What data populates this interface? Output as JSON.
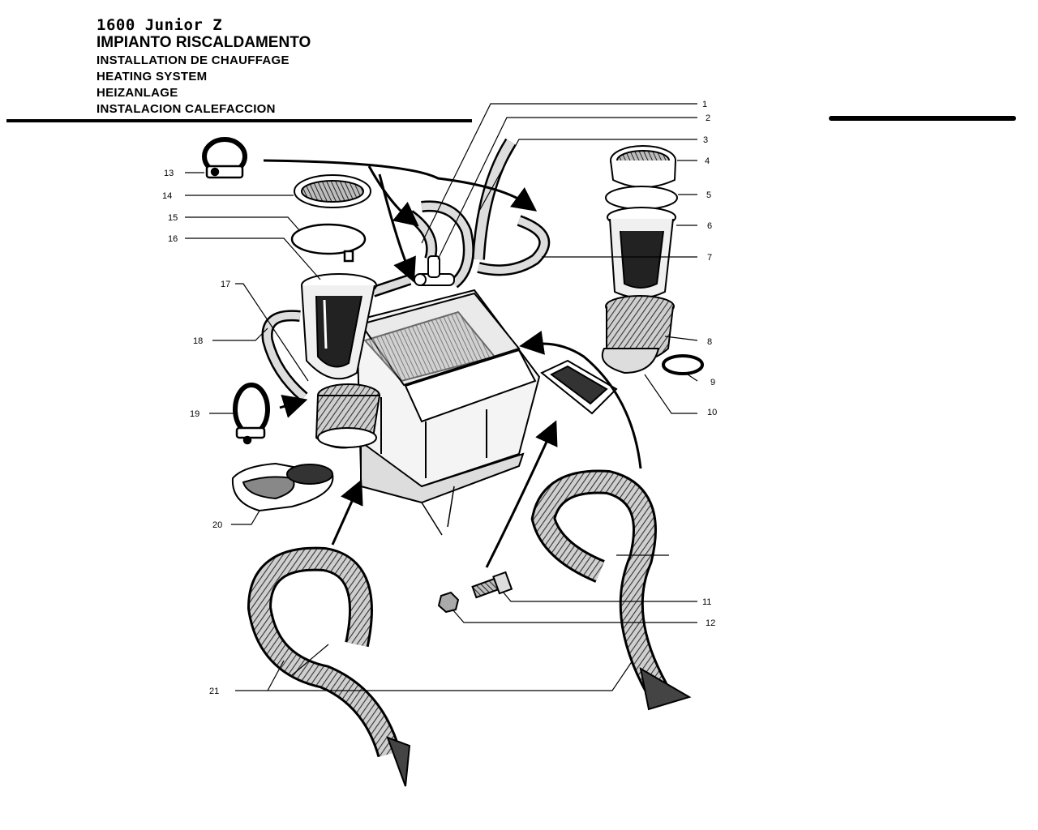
{
  "header": {
    "model": "1600 Junior Z",
    "title_it": "IMPIANTO RISCALDAMENTO",
    "title_fr": "INSTALLATION DE CHAUFFAGE",
    "title_en": "HEATING SYSTEM",
    "title_de": "HEIZANLAGE",
    "title_es": "INSTALACION CALEFACCION"
  },
  "callouts": [
    "1",
    "2",
    "3",
    "4",
    "5",
    "6",
    "7",
    "8",
    "9",
    "10",
    "11",
    "12",
    "13",
    "14",
    "15",
    "16",
    "17",
    "18",
    "19",
    "20",
    "21"
  ],
  "colors": {
    "ink": "#000000",
    "paper": "#ffffff",
    "shade": "#555555"
  }
}
